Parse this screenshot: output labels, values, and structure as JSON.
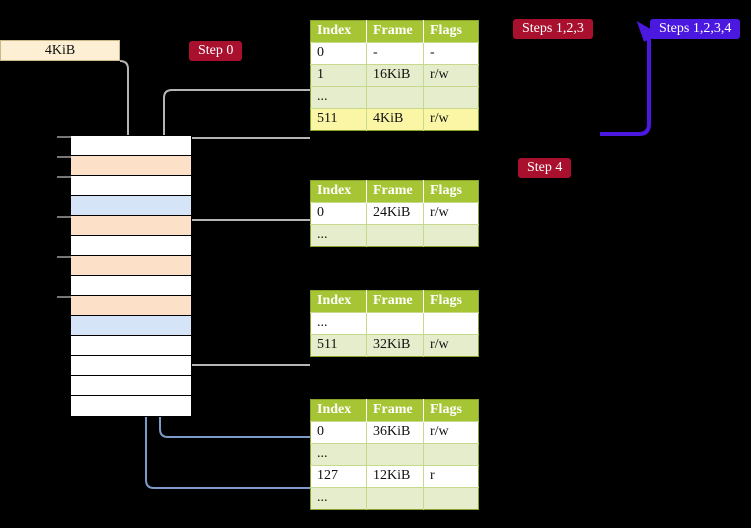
{
  "diagram": {
    "title_boxes": {
      "memory_size_box": "4KiB"
    },
    "badges": {
      "step0": "Step 0",
      "steps123": "Steps 1,2,3",
      "steps1234": "Steps 1,2,3,4",
      "step4": "Step 4"
    },
    "colors": {
      "badge_red": "#a8102e",
      "badge_blue": "#4b18e0",
      "table_header_green": "#a5c534",
      "table_alt_row": "#e6edcc",
      "table_highlight_row": "#fbf6a6",
      "memory_peach_row": "#fde0c8",
      "memory_blue_row": "#d6e4f7",
      "memory_box_fill": "#fdefd3",
      "wire_gray": "#b5b5b5",
      "wire_blue": "#7b9cc9",
      "background": "#000000"
    },
    "memory_column": {
      "rows": [
        {
          "fill": "white",
          "tick": true
        },
        {
          "fill": "peach",
          "tick": true
        },
        {
          "fill": "white",
          "tick": true
        },
        {
          "fill": "blue",
          "tick": false
        },
        {
          "fill": "peach",
          "tick": true
        },
        {
          "fill": "white",
          "tick": false
        },
        {
          "fill": "peach",
          "tick": true
        },
        {
          "fill": "white",
          "tick": false
        },
        {
          "fill": "peach",
          "tick": true
        },
        {
          "fill": "blue",
          "tick": false
        },
        {
          "fill": "white",
          "tick": false
        },
        {
          "fill": "white",
          "tick": false
        },
        {
          "fill": "white",
          "tick": false
        },
        {
          "fill": "white",
          "tick": false
        }
      ]
    },
    "tables": [
      {
        "name": "page-table-1",
        "headers": [
          "Index",
          "Frame",
          "Flags"
        ],
        "rows": [
          {
            "style": "plain",
            "cells": [
              "0",
              "-",
              "-"
            ]
          },
          {
            "style": "alt",
            "cells": [
              "1",
              "16KiB",
              "r/w"
            ]
          },
          {
            "style": "alt",
            "cells": [
              "...",
              "",
              ""
            ]
          },
          {
            "style": "highlight",
            "cells": [
              "511",
              "4KiB",
              "r/w"
            ]
          }
        ]
      },
      {
        "name": "page-table-2",
        "headers": [
          "Index",
          "Frame",
          "Flags"
        ],
        "rows": [
          {
            "style": "plain",
            "cells": [
              "0",
              "24KiB",
              "r/w"
            ]
          },
          {
            "style": "alt",
            "cells": [
              "...",
              "",
              ""
            ]
          }
        ]
      },
      {
        "name": "page-table-3",
        "headers": [
          "Index",
          "Frame",
          "Flags"
        ],
        "rows": [
          {
            "style": "plain",
            "cells": [
              "...",
              "",
              ""
            ]
          },
          {
            "style": "alt",
            "cells": [
              "511",
              "32KiB",
              "r/w"
            ]
          }
        ]
      },
      {
        "name": "page-table-4",
        "headers": [
          "Index",
          "Frame",
          "Flags"
        ],
        "rows": [
          {
            "style": "plain",
            "cells": [
              "0",
              "36KiB",
              "r/w"
            ]
          },
          {
            "style": "alt",
            "cells": [
              "...",
              "",
              ""
            ]
          },
          {
            "style": "plain",
            "cells": [
              "127",
              "12KiB",
              "r"
            ]
          },
          {
            "style": "alt",
            "cells": [
              "...",
              "",
              ""
            ]
          }
        ]
      }
    ]
  }
}
